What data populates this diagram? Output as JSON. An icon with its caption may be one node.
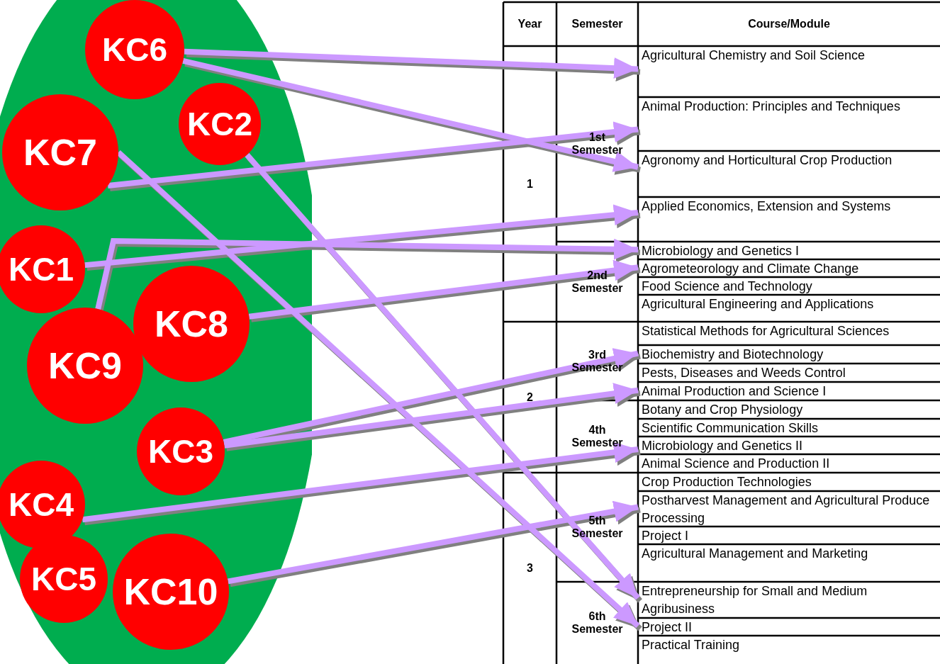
{
  "diagram": {
    "nodes": [
      {
        "text": [],
        "shape": "ellipse"
      },
      {
        "text": [
          "KC6"
        ],
        "in": 0
      },
      {
        "text": [
          "KC2"
        ],
        "in": 0
      },
      {
        "text": [
          "KC7"
        ],
        "in": 0
      },
      {
        "text": [
          "KC1"
        ],
        "in": 0
      },
      {
        "text": [
          "KC8"
        ],
        "in": 0
      },
      {
        "text": [
          "KC9"
        ],
        "in": 0
      },
      {
        "text": [
          "KC3"
        ],
        "in": 0
      },
      {
        "text": [
          "KC4"
        ],
        "in": 0
      },
      {
        "text": [
          "KC5"
        ],
        "in": 0
      },
      {
        "text": [
          "KC10"
        ],
        "in": 0
      },
      {
        "text": [
          "Agricultural Chemistry and Soil Science"
        ]
      },
      {
        "text": [
          "Animal Production: Principles and Techniques"
        ]
      },
      {
        "text": [
          "Agronomy and Horticultural Crop Production"
        ]
      },
      {
        "text": [
          "Applied Economics, Extension and Systems"
        ]
      },
      {
        "text": [
          "Microbiology and Genetics I"
        ]
      },
      {
        "text": [
          "Agrometeorology  and Climate Change"
        ]
      },
      {
        "text": [
          "Food Science and Technology"
        ]
      },
      {
        "text": [
          "Agricultural Engineering and Applications"
        ]
      },
      {
        "text": [
          "Statistical Methods for Agricultural Sciences"
        ]
      },
      {
        "text": [
          "Biochemistry and Biotechnology"
        ]
      },
      {
        "text": [
          "Pests, Diseases and Weeds Control"
        ]
      },
      {
        "text": [
          "Animal Production and Science I"
        ]
      },
      {
        "text": [
          "Botany and Crop Physiology"
        ]
      },
      {
        "text": [
          "Scientific Communication Skills"
        ]
      },
      {
        "text": [
          "Microbiology and Genetics II"
        ]
      },
      {
        "text": [
          "Animal Science and Production II"
        ]
      },
      {
        "text": [
          "Crop Production Technologies"
        ]
      },
      {
        "text": [
          "Postharvest Management and Agricultural Produce Processing"
        ]
      },
      {
        "text": [
          "Project I"
        ]
      },
      {
        "text": [
          "Agricultural Management and Marketing"
        ]
      },
      {
        "text": [
          "Entrepreneurship for Small and Medium Agribusiness"
        ]
      },
      {
        "text": [
          "Project II"
        ]
      },
      {
        "text": [
          "Practical Training"
        ]
      }
    ],
    "edges": [
      {
        "from": 1,
        "to": 11,
        "arrow": "to"
      },
      {
        "from": 1,
        "to": 13,
        "arrow": "to"
      },
      {
        "from": 3,
        "to": 12,
        "arrow": "to"
      },
      {
        "from": 4,
        "to": 14,
        "arrow": "to"
      },
      {
        "from": 6,
        "to": 15,
        "arrow": "to"
      },
      {
        "from": 5,
        "to": 16,
        "arrow": "to"
      },
      {
        "from": 7,
        "to": 20,
        "arrow": "to"
      },
      {
        "from": 7,
        "to": 22,
        "arrow": "to"
      },
      {
        "from": 8,
        "to": 25,
        "arrow": "to"
      },
      {
        "from": 10,
        "to": 28,
        "arrow": "to"
      },
      {
        "from": 2,
        "to": 31,
        "arrow": "to"
      },
      {
        "from": 3,
        "to": 32,
        "arrow": "to"
      }
    ],
    "labels": [
      "Year",
      "Semester",
      "Course/Module",
      "1",
      "1st Semester",
      "2nd Semester",
      "2",
      "3rd Semester",
      "4th Semester",
      "3",
      "5th Semester",
      "6th Semester"
    ]
  }
}
